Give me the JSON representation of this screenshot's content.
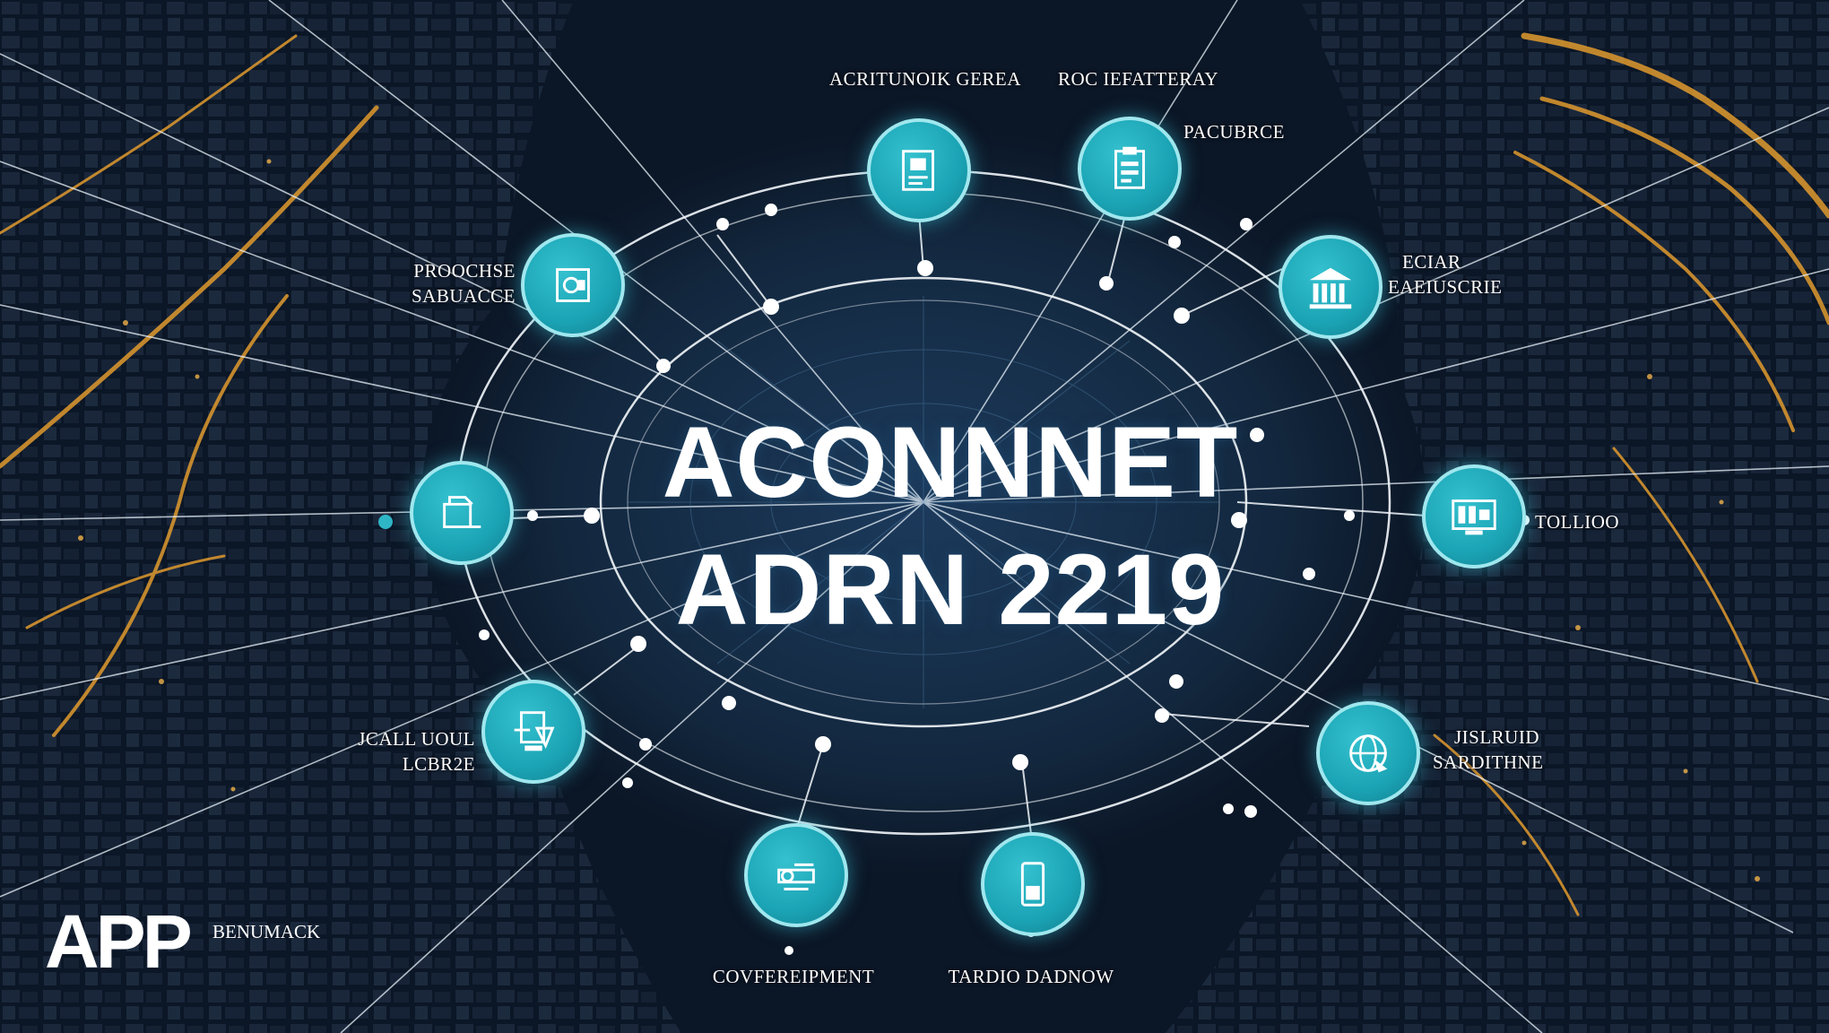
{
  "headline": {
    "line1": "ACONNNET",
    "line2": "ADRN 2219"
  },
  "brand": {
    "logo": "APP",
    "tagline": "BENUMACK"
  },
  "nodes": [
    {
      "icon": "document-icon",
      "label_lines": [
        "ACRITUNOIK GEREA"
      ]
    },
    {
      "icon": "clipboard-icon",
      "label_lines": [
        "ROC IEFATTERAY"
      ]
    },
    {
      "icon": "report-icon",
      "label_lines": [
        "PACUBRCE"
      ]
    },
    {
      "icon": "building-icon",
      "label_lines": [
        "ECIAR",
        "EAEIUSCRIE"
      ]
    },
    {
      "icon": "monitor-icon",
      "label_lines": [
        "TOLLIOO"
      ]
    },
    {
      "icon": "globe-icon",
      "label_lines": [
        "JISLRUID",
        "SARDITHNE"
      ]
    },
    {
      "icon": "phone-icon",
      "label_lines": [
        "TARDIO DADNOW"
      ]
    },
    {
      "icon": "gear-icon",
      "label_lines": [
        "COVFEREIPMENT"
      ]
    },
    {
      "icon": "tools-icon",
      "label_lines": [
        "JCALL UOUL",
        "LCBR2E"
      ]
    },
    {
      "icon": "folder-icon",
      "label_lines": []
    },
    {
      "icon": "camera-icon",
      "label_lines": [
        "PROOCHSE",
        "SABUACCE"
      ]
    }
  ],
  "colors": {
    "background": "#0b1626",
    "node_fill": "#1aa3b4",
    "node_ring": "#9fe7ee",
    "city_lights": "#e09a2e",
    "ring_lines": "#ffffff"
  }
}
